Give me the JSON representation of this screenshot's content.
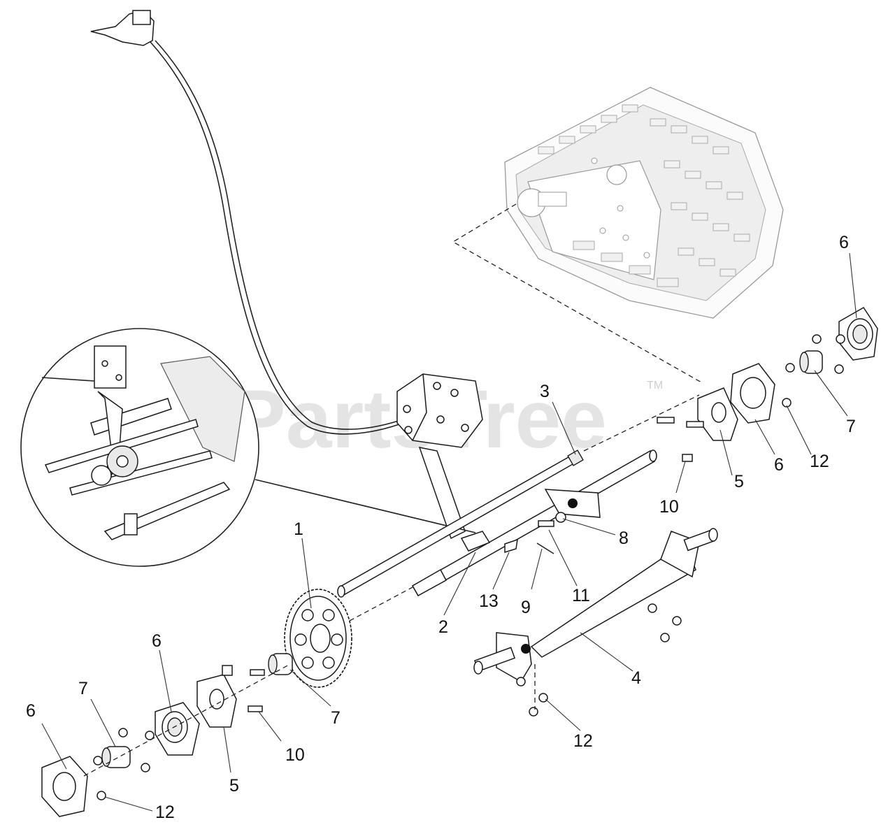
{
  "watermark": {
    "brand": "PartsTree",
    "trademark": "TM"
  },
  "callouts": {
    "c1": "1",
    "c2": "2",
    "c3": "3",
    "c4": "4",
    "c5_right": "5",
    "c5_left": "5",
    "c6_right_top": "6",
    "c6_right": "6",
    "c6_left_mid": "6",
    "c6_left": "6",
    "c7_right": "7",
    "c7_mid": "7",
    "c7_left": "7",
    "c8": "8",
    "c9": "9",
    "c10_right": "10",
    "c10_left": "10",
    "c11": "11",
    "c12_right_top": "12",
    "c12_mid": "12",
    "c12_left": "12",
    "c13": "13"
  }
}
